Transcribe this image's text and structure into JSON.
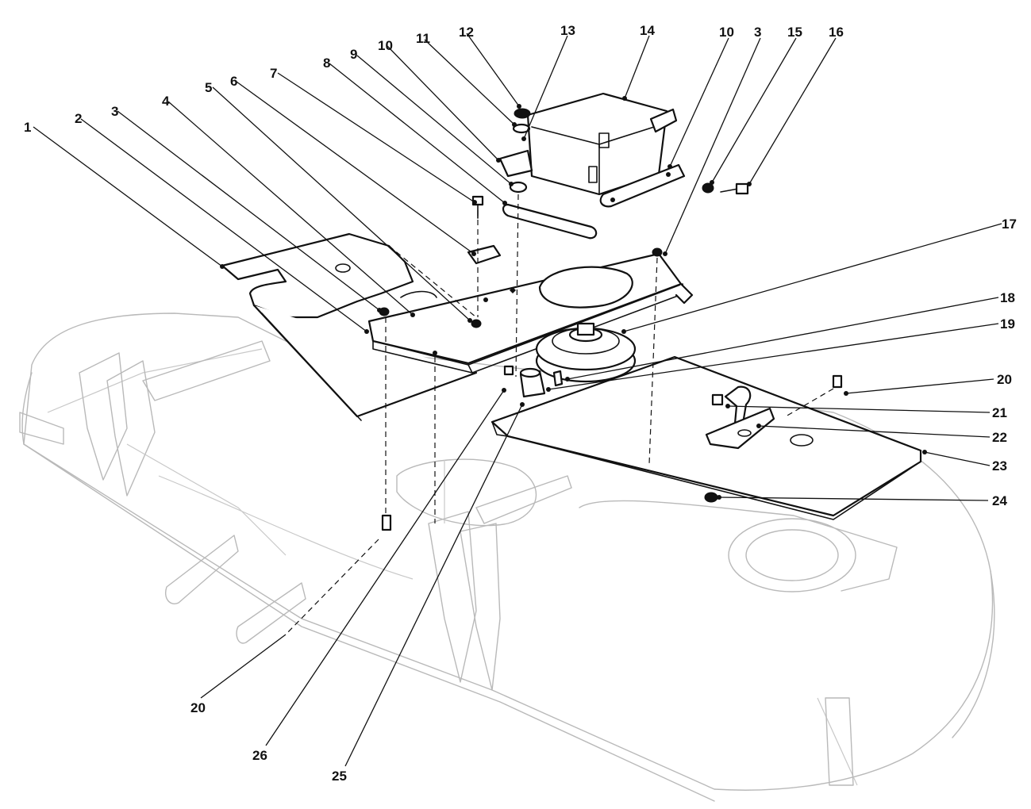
{
  "callouts": {
    "c1": "1",
    "c2": "2",
    "c3a": "3",
    "c4": "4",
    "c5": "5",
    "c6": "6",
    "c7": "7",
    "c8": "8",
    "c9": "9",
    "c10a": "10",
    "c11": "11",
    "c12": "12",
    "c13": "13",
    "c14": "14",
    "c10b": "10",
    "c3b": "3",
    "c15": "15",
    "c16": "16",
    "c17": "17",
    "c18": "18",
    "c19": "19",
    "c20a": "20",
    "c21": "21",
    "c22": "22",
    "c23": "23",
    "c24": "24",
    "c20b": "20",
    "c26": "26",
    "c25": "25"
  }
}
